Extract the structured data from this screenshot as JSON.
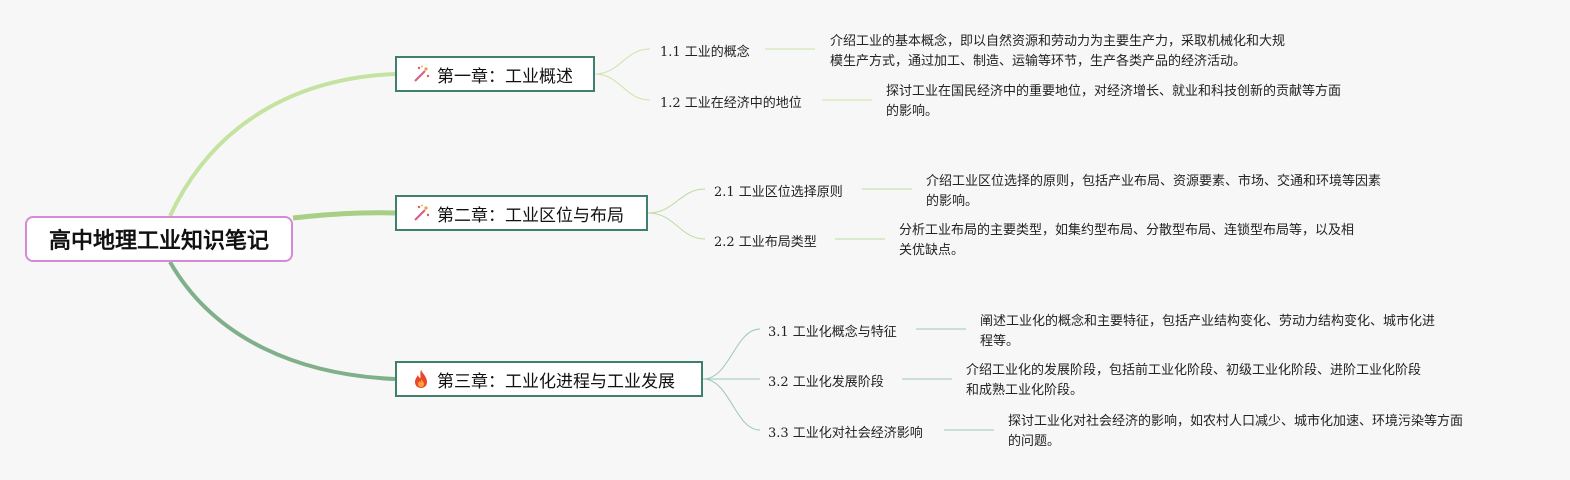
{
  "root": {
    "title": "高中地理工业知识笔记"
  },
  "chapters": [
    {
      "icon": "sparkle-icon",
      "label": "第一章：工业概述",
      "sections": [
        {
          "label": "1.1 工业的概念",
          "desc": [
            "介绍工业的基本概念，即以自然资源和劳动力为主要生产力，采取机械化和大规",
            "模生产方式，通过加工、制造、运输等环节，生产各类产品的经济活动。"
          ]
        },
        {
          "label": "1.2 工业在经济中的地位",
          "desc": [
            "探讨工业在国民经济中的重要地位，对经济增长、就业和科技创新的贡献等方面",
            "的影响。"
          ]
        }
      ]
    },
    {
      "icon": "sparkle-icon",
      "label": "第二章：工业区位与布局",
      "sections": [
        {
          "label": "2.1 工业区位选择原则",
          "desc": [
            "介绍工业区位选择的原则，包括产业布局、资源要素、市场、交通和环境等因素",
            "的影响。"
          ]
        },
        {
          "label": "2.2 工业布局类型",
          "desc": [
            "分析工业布局的主要类型，如集约型布局、分散型布局、连锁型布局等，以及相",
            "关优缺点。"
          ]
        }
      ]
    },
    {
      "icon": "fire-icon",
      "label": "第三章：工业化进程与工业发展",
      "sections": [
        {
          "label": "3.1 工业化概念与特征",
          "desc": [
            "阐述工业化的概念和主要特征，包括产业结构变化、劳动力结构变化、城市化进",
            "程等。"
          ]
        },
        {
          "label": "3.2 工业化发展阶段",
          "desc": [
            "介绍工业化的发展阶段，包括前工业化阶段、初级工业化阶段、进阶工业化阶段",
            "和成熟工业化阶段。"
          ]
        },
        {
          "label": "3.3 工业化对社会经济影响",
          "desc": [
            "探讨工业化对社会经济的影响，如农村人口减少、城市化加速、环境污染等方面",
            "的问题。"
          ]
        }
      ]
    }
  ],
  "colors": {
    "root_border": "#d58ad6",
    "chapter_border": "#3f7f6f",
    "branch_1": "#c5e3a0",
    "branch_2": "#a8cf86",
    "branch_3": "#7fb08a",
    "sub_line_1": "#c9e5a6",
    "sub_line_2": "#bcdca0",
    "sub_line_3": "#9dc7b4"
  }
}
